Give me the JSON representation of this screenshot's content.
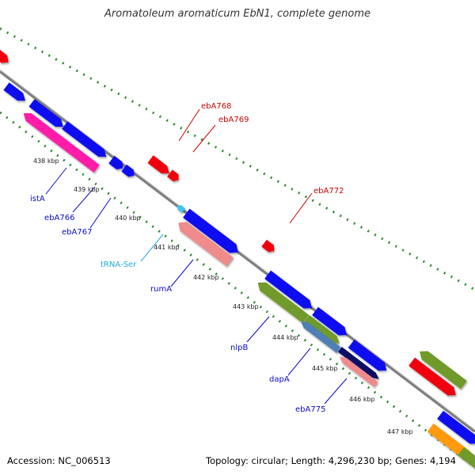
{
  "title": "Aromatoleum aromaticum EbN1, complete genome",
  "footer": {
    "accession": "Accession: NC_006513",
    "stats": "Topology: circular; Length: 4,296,230 bp; Genes: 4,194"
  },
  "colors": {
    "forward": "#0b08f0",
    "reverse_blue": "#0b08f0",
    "red": "#f0000c",
    "pink": "#ff1aa8",
    "salmon": "#f08b8b",
    "olive": "#6f9a2c",
    "steel": "#4f7fb5",
    "orange": "#ff9a0e",
    "navy": "#0a0a66",
    "trna": "#3cc6f0",
    "backbone": "#7f7f7f",
    "ticks": "#2d8a2d",
    "label_blue": "#0a0acc",
    "label_red": "#cc0000",
    "label_cyan": "#22aadd"
  },
  "kbp_ticks": [
    "438 kbp",
    "439 kbp",
    "440 kbp",
    "441 kbp",
    "442 kbp",
    "443 kbp",
    "444 kbp",
    "445 kbp",
    "446 kbp",
    "447 kbp"
  ],
  "gene_labels": [
    {
      "text": "ebA768",
      "color": "red"
    },
    {
      "text": "ebA769",
      "color": "red"
    },
    {
      "text": "ebA772",
      "color": "red"
    },
    {
      "text": "istA",
      "color": "blue"
    },
    {
      "text": "ebA766",
      "color": "blue"
    },
    {
      "text": "ebA767",
      "color": "blue"
    },
    {
      "text": "tRNA-Ser",
      "color": "cyan"
    },
    {
      "text": "rumA",
      "color": "blue"
    },
    {
      "text": "nlpB",
      "color": "blue"
    },
    {
      "text": "dapA",
      "color": "blue"
    },
    {
      "text": "ebA775",
      "color": "blue"
    }
  ]
}
